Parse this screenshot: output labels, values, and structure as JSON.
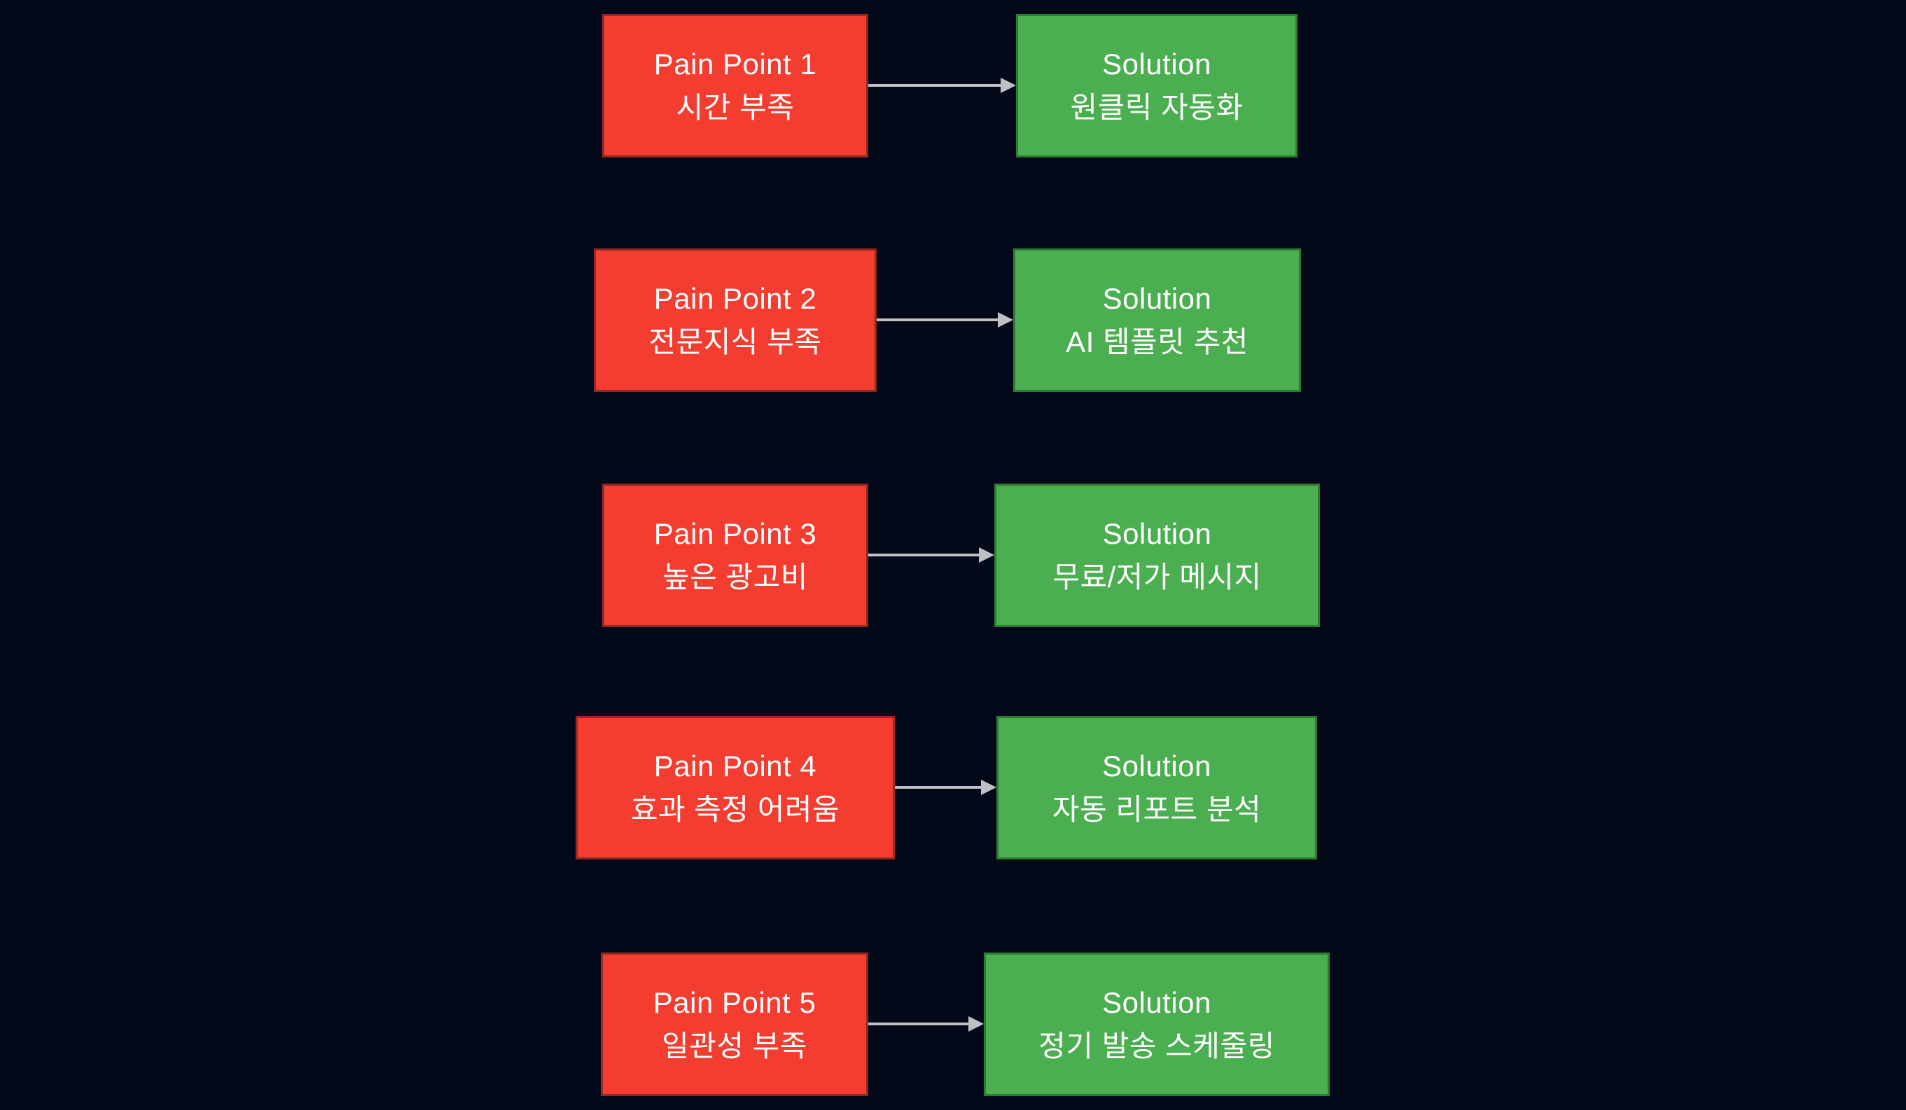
{
  "diagram": {
    "colors": {
      "bg": "#030918",
      "pain-fill": "#f23d30",
      "pain-border": "#962822",
      "sol-fill": "#4bae50",
      "sol-border": "#2e7d32",
      "arrow": "#c0c0c4",
      "text": "#ffffff"
    },
    "rows": [
      {
        "pain_title": "Pain Point 1",
        "pain_text": "시간 부족",
        "solution_title": "Solution",
        "solution_text": "원클릭 자동화"
      },
      {
        "pain_title": "Pain Point 2",
        "pain_text": "전문지식 부족",
        "solution_title": "Solution",
        "solution_text": "AI 템플릿 추천"
      },
      {
        "pain_title": "Pain Point 3",
        "pain_text": "높은 광고비",
        "solution_title": "Solution",
        "solution_text": "무료/저가 메시지"
      },
      {
        "pain_title": "Pain Point 4",
        "pain_text": "효과 측정 어려움",
        "solution_title": "Solution",
        "solution_text": "자동 리포트 분석"
      },
      {
        "pain_title": "Pain Point 5",
        "pain_text": "일관성 부족",
        "solution_title": "Solution",
        "solution_text": "정기 발송 스케줄링"
      }
    ]
  }
}
